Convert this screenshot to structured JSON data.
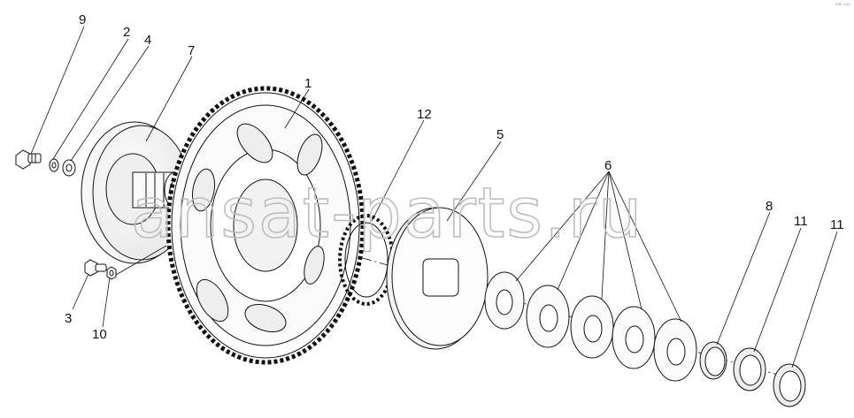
{
  "watermark": "ansat-parts.ru",
  "corner_mark": "ᵉ⁸⁰ ᵐᵐ",
  "callouts": {
    "c1": "1",
    "c2": "2",
    "c3": "3",
    "c4": "4",
    "c5": "5",
    "c6": "6",
    "c7": "7",
    "c8": "8",
    "c9": "9",
    "c10": "10",
    "c11a": "11",
    "c11b": "11",
    "c12": "12"
  },
  "colors": {
    "line": "#111111",
    "watermark": "#bdbdbd",
    "background": "#ffffff"
  }
}
